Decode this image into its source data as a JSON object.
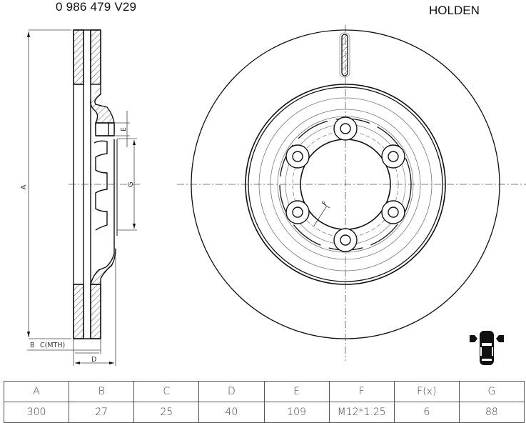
{
  "header": {
    "part_number": "0 986 479 V29",
    "brand": "HOLDEN"
  },
  "side_view": {
    "labels": {
      "A": "A",
      "B": "B",
      "C": "C(MTH)",
      "D": "D",
      "E": "E",
      "G": "G"
    }
  },
  "front_view": {
    "labels": {
      "F": "F"
    },
    "bolt_holes": 6
  },
  "spec_table": {
    "headers": [
      "A",
      "B",
      "C",
      "D",
      "E",
      "F",
      "F(x)",
      "G"
    ],
    "values": [
      "300",
      "27",
      "25",
      "40",
      "109",
      "M12*1.25",
      "6",
      "88"
    ]
  },
  "icons": {
    "axle_position": "car-front-axle-icon"
  },
  "colors": {
    "line": "#111111",
    "thin_line": "#666666",
    "table_border": "#555555",
    "table_text": "#444444"
  }
}
